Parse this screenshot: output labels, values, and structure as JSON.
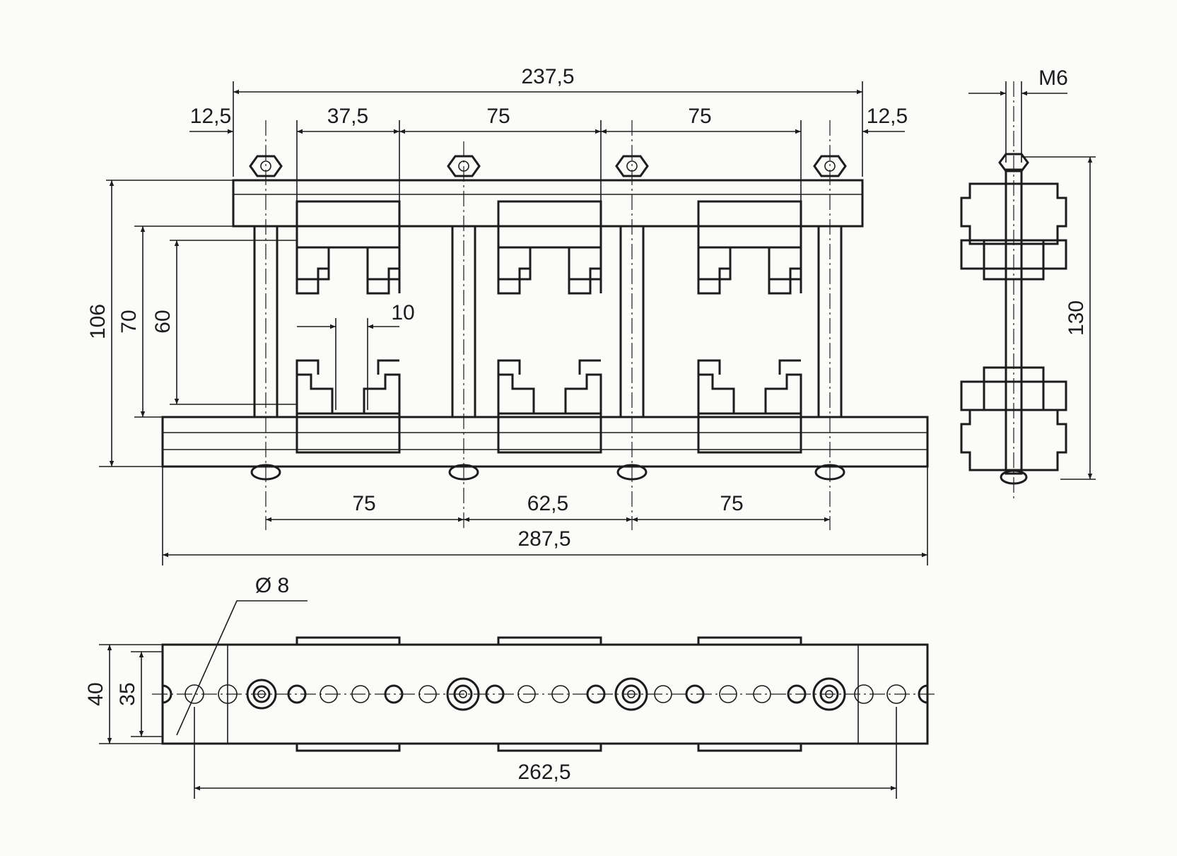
{
  "dimensions": {
    "overall_top": "237,5",
    "left_margin": "12,5",
    "first_spacing": "37,5",
    "spacing_a": "75",
    "spacing_b": "75",
    "right_margin": "12,5",
    "thread": "M6",
    "height_total": "106",
    "height_70": "70",
    "height_60": "60",
    "slot_width": "10",
    "side_height": "130",
    "bottom_a": "75",
    "bottom_b": "62,5",
    "bottom_c": "75",
    "overall_bottom": "287,5",
    "hole_dia": "Ø 8",
    "plan_height_40": "40",
    "plan_height_35": "35",
    "plan_length": "262,5"
  }
}
